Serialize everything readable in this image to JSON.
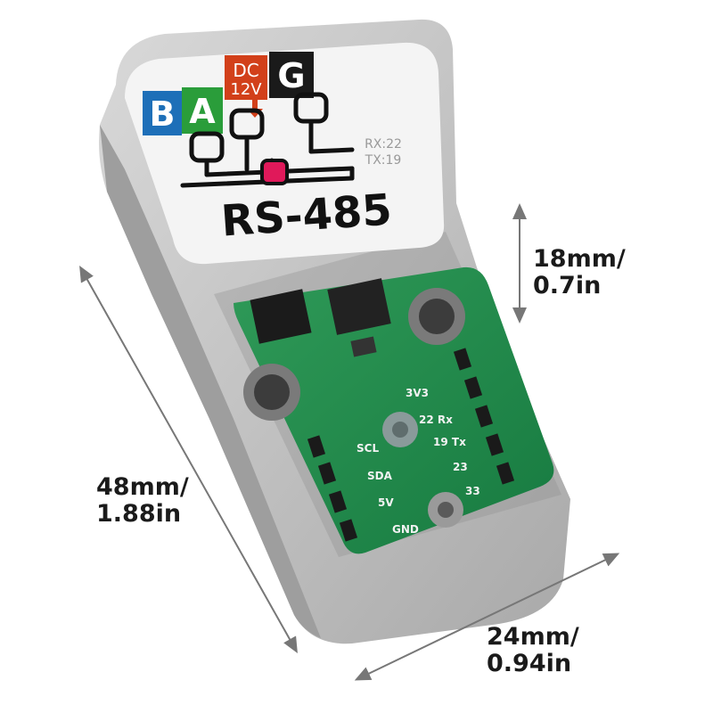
{
  "label": {
    "port_b": "B",
    "port_a": "A",
    "dc_top": "DC",
    "dc_bottom": "12V",
    "port_g": "G",
    "rx_pin": "RX:22",
    "tx_pin": "TX:19",
    "product_name": "RS-485"
  },
  "pcb": {
    "left_pins": [
      "SCL",
      "SDA",
      "5V",
      "GND"
    ],
    "right_pins": [
      "3V3",
      "22 Rx",
      "19 Tx",
      "23",
      "33"
    ]
  },
  "dimensions": {
    "height": {
      "mm": "18mm/",
      "in": "0.7in"
    },
    "length": {
      "mm": "48mm/",
      "in": "1.88in"
    },
    "width": {
      "mm": "24mm/",
      "in": "0.94in"
    }
  },
  "colors": {
    "port_b": "#1d6fb8",
    "port_a": "#2a9d3a",
    "port_dc": "#d2401a",
    "port_g": "#1a1a1a",
    "signal_dot": "#e0195a",
    "pcb": "#1f8a4c",
    "case": "#bdbdbd"
  }
}
